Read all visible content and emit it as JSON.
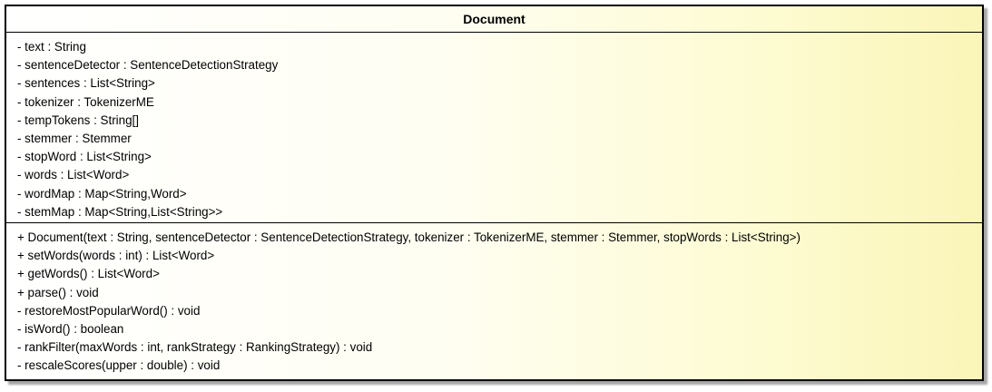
{
  "class_name": "Document",
  "attributes": [
    "- text : String",
    "- sentenceDetector : SentenceDetectionStrategy",
    "- sentences : List<String>",
    "- tokenizer : TokenizerME",
    "- tempTokens : String[]",
    "- stemmer : Stemmer",
    "- stopWord : List<String>",
    "- words : List<Word>",
    "- wordMap : Map<String,Word>",
    "- stemMap : Map<String,List<String>>"
  ],
  "operations": [
    "+ Document(text : String, sentenceDetector : SentenceDetectionStrategy, tokenizer : TokenizerME, stemmer : Stemmer, stopWords : List<String>)",
    "+ setWords(words : int) : List<Word>",
    "+ getWords() : List<Word>",
    "+ parse() : void",
    "- restoreMostPopularWord() : void",
    "- isWord() : boolean",
    "- rankFilter(maxWords : int, rankStrategy : RankingStrategy) : void",
    "- rescaleScores(upper : double) : void"
  ]
}
